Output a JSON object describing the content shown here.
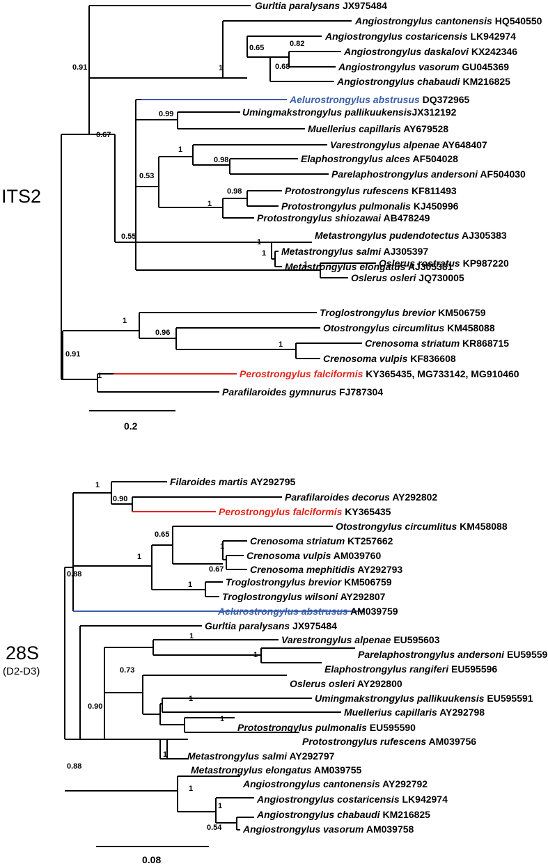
{
  "panels": [
    {
      "label": "ITS2",
      "sublabel": "",
      "scale_label": "0.2",
      "supports": [
        "0.91",
        "1",
        "0.65",
        "0.82",
        "0.68",
        "0.67",
        "0.99",
        "1",
        "0.98",
        "0.53",
        "0.98",
        "1",
        "0.55",
        "1",
        "1",
        "1",
        "1",
        "0.96",
        "1",
        "0.91",
        "1"
      ],
      "tips": [
        {
          "species": "Gurltia paralysans",
          "accession": " JX975484",
          "color": "black"
        },
        {
          "species": "Angiostrongylus cantonensis",
          "accession": " HQ540550",
          "color": "black"
        },
        {
          "species": "Angiostrongylus costaricensis",
          "accession": " LK942974",
          "color": "black"
        },
        {
          "species": "Angiostrongylus daskalovi",
          "accession": " KX242346",
          "color": "black"
        },
        {
          "species": "Angiostrongylus vasorum",
          "accession": " GU045369",
          "color": "black"
        },
        {
          "species": "Angiostrongylus chabaudi",
          "accession": " KM216825",
          "color": "black"
        },
        {
          "species": "Aelurostrongylus abstrusus",
          "accession": " DQ372965",
          "color": "blue"
        },
        {
          "species": "Umingmakstrongylus pallikuukensis",
          "accession": "JX312192",
          "color": "black"
        },
        {
          "species": "Muellerius capillaris",
          "accession": " AY679528",
          "color": "black"
        },
        {
          "species": "Varestrongylus alpenae",
          "accession": " AY648407",
          "color": "black"
        },
        {
          "species": "Elaphostrongylus alces",
          "accession": " AF504028",
          "color": "black"
        },
        {
          "species": "Parelaphostrongylus andersoni",
          "accession": " AF504030",
          "color": "black"
        },
        {
          "species": "Protostrongylus rufescens",
          "accession": " KF811493",
          "color": "black"
        },
        {
          "species": "Protostrongylus pulmonalis",
          "accession": " KJ450996",
          "color": "black"
        },
        {
          "species": "Protostrongylus shiozawai",
          "accession": " AB478249",
          "color": "black"
        },
        {
          "species": "Metastrongylus pudendotectus",
          "accession": " AJ305383",
          "color": "black"
        },
        {
          "species": "Metastrongylus salmi",
          "accession": " AJ305397",
          "color": "black"
        },
        {
          "species": "Metastrongylus elongatus",
          "accession": " AJ305381",
          "color": "black"
        },
        {
          "species": "Oslerus rostratus",
          "accession": " KP987220",
          "color": "black"
        },
        {
          "species": "Oslerus osleri",
          "accession": " JQ730005",
          "color": "black"
        },
        {
          "species": "Troglostrongylus brevior",
          "accession": " KM506759",
          "color": "black"
        },
        {
          "species": "Otostrongylus circumlitus",
          "accession": " KM458088",
          "color": "black"
        },
        {
          "species": "Crenosoma striatum",
          "accession": " KR868715",
          "color": "black"
        },
        {
          "species": "Crenosoma vulpis",
          "accession": " KF836608",
          "color": "black"
        },
        {
          "species": "Perostrongylus falciformis",
          "accession": " KY365435, MG733142, MG910460",
          "color": "red"
        },
        {
          "species": "Parafilaroides gymnurus",
          "accession": " FJ787304",
          "color": "black"
        }
      ]
    },
    {
      "label": "28S",
      "sublabel": "(D2-D3)",
      "scale_label": "0.08",
      "supports": [
        "1",
        "0.90",
        "0.65",
        "1",
        "0.67",
        "1",
        "1",
        "0.88",
        "1",
        "1",
        "0.73",
        "1",
        "1",
        "0.90",
        "1",
        "1",
        "1",
        "0.54",
        "0.88"
      ],
      "tips": [
        {
          "species": "Filaroides martis",
          "accession": " AY292795",
          "color": "black"
        },
        {
          "species": "Parafilaroides decorus",
          "accession": " AY292802",
          "color": "black"
        },
        {
          "species": "Perostrongylus falciformis",
          "accession": " KY365435",
          "color": "red"
        },
        {
          "species": "Otostrongylus circumlitus",
          "accession": " KM458088",
          "color": "black"
        },
        {
          "species": "Crenosoma striatum",
          "accession": " KT257662",
          "color": "black"
        },
        {
          "species": "Crenosoma vulpis",
          "accession": " AM039760",
          "color": "black"
        },
        {
          "species": "Crenosoma mephitidis",
          "accession": " AY292793",
          "color": "black"
        },
        {
          "species": "Troglostrongylus brevior",
          "accession": " KM506759",
          "color": "black"
        },
        {
          "species": "Troglostrongylus wilsoni",
          "accession": " AY292807",
          "color": "black"
        },
        {
          "species": "Aelurostrongylus abstrusus",
          "accession": " AM039759",
          "color": "blue"
        },
        {
          "species": "Gurltia paralysans",
          "accession": " JX975484",
          "color": "black"
        },
        {
          "species": "Varestrongylus alpenae",
          "accession": " EU595603",
          "color": "black"
        },
        {
          "species": "Parelaphostrongylus andersoni",
          "accession": " EU595597",
          "color": "black"
        },
        {
          "species": "Elaphostrongylus rangiferi",
          "accession": " EU595596",
          "color": "black"
        },
        {
          "species": "Oslerus osleri",
          "accession": " AY292800",
          "color": "black"
        },
        {
          "species": "Umingmakstrongylus pallikuukensis",
          "accession": " EU595591",
          "color": "black"
        },
        {
          "species": "Muellerius capillaris",
          "accession": " AY292798",
          "color": "black"
        },
        {
          "species": "Protostrongylus pulmonalis",
          "accession": " EU595590",
          "color": "black"
        },
        {
          "species": "Protostrongylus rufescens",
          "accession": " AM039756",
          "color": "black"
        },
        {
          "species": "Metastrongylus salmi",
          "accession": " AY292797",
          "color": "black"
        },
        {
          "species": "Metastrongylus elongatus",
          "accession": " AM039755",
          "color": "black"
        },
        {
          "species": "Angiostrongylus cantonensis",
          "accession": " AY292792",
          "color": "black"
        },
        {
          "species": "Angiostrongylus costaricensis",
          "accession": " LK942974",
          "color": "black"
        },
        {
          "species": "Angiostrongylus chabaudi",
          "accession": " KM216825",
          "color": "black"
        },
        {
          "species": "Angiostrongylus vasorum",
          "accession": " AM039758",
          "color": "black"
        }
      ]
    }
  ],
  "colors": {
    "highlight_blue": "#3a5fa8",
    "highlight_red": "#e2231a",
    "branch": "#000000"
  }
}
